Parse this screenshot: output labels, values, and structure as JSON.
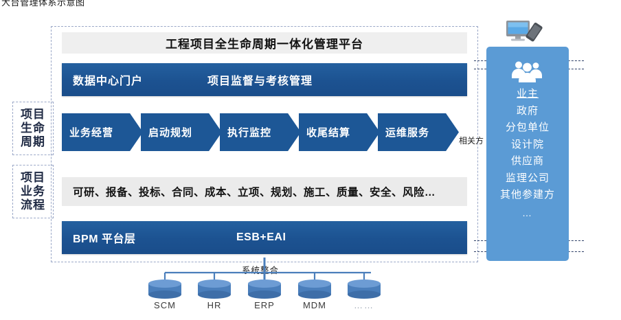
{
  "top_caption": "大台管理体系示意图",
  "platform": {
    "title": "工程项目全生命周期一体化管理平台",
    "portal_bar": {
      "left_label": "数据中心门户",
      "right_label": "项目监督与考核管理"
    },
    "bpm_bar": {
      "left_label": "BPM 平台层",
      "right_label": "ESB+EAI"
    },
    "process_bar": {
      "text": "可研、报备、投标、合同、成本、立项、规划、施工、质量、安全、风险…"
    },
    "lifecycle_stages": [
      {
        "label": "业务经营"
      },
      {
        "label": "启动规划"
      },
      {
        "label": "执行监控"
      },
      {
        "label": "收尾结算"
      },
      {
        "label": "运维服务"
      }
    ]
  },
  "side_labels": {
    "lifecycle": [
      "项目",
      "生命",
      "周期"
    ],
    "process": [
      "项目",
      "业务",
      "流程"
    ]
  },
  "stakeholders": {
    "tag": "相关方",
    "icon": "people-group-icon",
    "items": [
      {
        "label": "业主",
        "primary": true
      },
      {
        "label": "政府",
        "primary": false
      },
      {
        "label": "分包单位",
        "primary": false
      },
      {
        "label": "设计院",
        "primary": false
      },
      {
        "label": "供应商",
        "primary": false
      },
      {
        "label": "监理公司",
        "primary": false
      },
      {
        "label": "其他参建方",
        "primary": false
      },
      {
        "label": "…",
        "primary": false
      }
    ]
  },
  "devices": [
    "monitor-icon",
    "smartphone-icon"
  ],
  "system_integration": {
    "label": "系统整合",
    "systems": [
      {
        "name": "SCM"
      },
      {
        "name": "HR"
      },
      {
        "name": "ERP"
      },
      {
        "name": "MDM"
      },
      {
        "name": "……"
      }
    ]
  },
  "colors": {
    "dark_blue": "#1d5796",
    "panel_blue": "#5b9bd5",
    "title_grey": "#efefef",
    "process_grey": "#ebebeb",
    "dashed_border": "#9aa7c7",
    "connector_blue": "#4a7ebb"
  }
}
